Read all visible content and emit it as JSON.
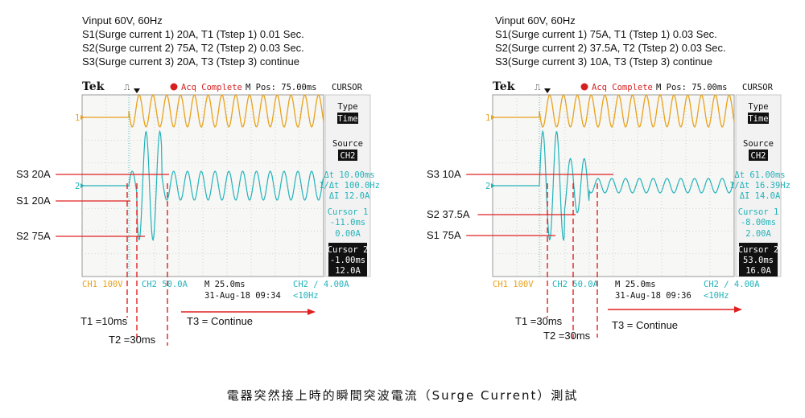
{
  "caption": "電器突然接上時的瞬間突波電流（Surge Current）測試",
  "colors": {
    "ch1": "#e8a21c",
    "ch2": "#22b3ba",
    "marker": "#e02020",
    "screen": "#f7f7f5",
    "grid": "#c9c9c9"
  },
  "chart_data": [
    {
      "type": "line",
      "header": [
        "Vinput 60V, 60Hz",
        "S1(Surge current 1) 20A, T1 (Tstep 1) 0.01 Sec.",
        "S2(Surge current 2) 75A, T2 (Tstep 2) 0.03 Sec.",
        "S3(Surge current 3) 20A, T3 (Tstep 3) continue"
      ],
      "scope": {
        "brand": "Tek",
        "status": "Acq Complete",
        "mpos": "M Pos: 75.00ms",
        "menu": "CURSOR",
        "type_label": "Type",
        "type_value": "Time",
        "source_label": "Source",
        "source_value": "CH2",
        "delta_t": "Δt 10.00ms",
        "inv_t": "1/Δt 100.0Hz",
        "delta_i": "ΔI 12.0A",
        "cursor1_label": "Cursor 1",
        "cursor1_time": "-11.0ms",
        "cursor1_value": "0.00A",
        "cursor2_label": "Cursor 2",
        "cursor2_time": "-1.00ms",
        "cursor2_value": "12.0A",
        "ch1_scale": "CH1 100V",
        "ch2_scale": "CH2 50.0A",
        "timebase": "M 25.0ms",
        "datetime": "31-Aug-18 09:34",
        "trigger": "CH2 ∕ 4.00A",
        "trigger_freq": "<10Hz"
      },
      "ch1_marker": "1",
      "ch2_marker": "2",
      "surge_labels": [
        {
          "text": "S3 20A",
          "current_A": 20
        },
        {
          "text": "S1 20A",
          "current_A": 20
        },
        {
          "text": "S2 75A",
          "current_A": 75
        }
      ],
      "time_labels": [
        {
          "text": "T1 =10ms",
          "t_ms": 10
        },
        {
          "text": "T2 =30ms",
          "t_ms": 30
        },
        {
          "text": "T3 = Continue",
          "t_ms": null
        }
      ],
      "series": [
        {
          "name": "CH1",
          "kind": "voltage",
          "frequency_hz": 60
        },
        {
          "name": "CH2",
          "kind": "current",
          "frequency_hz": 60
        }
      ]
    },
    {
      "type": "line",
      "header": [
        "Vinput 60V, 60Hz",
        "S1(Surge current 1) 75A, T1 (Tstep 1) 0.03 Sec.",
        "S2(Surge current 2) 37.5A, T2 (Tstep 2) 0.03 Sec.",
        "S3(Surge current 3) 10A, T3 (Tstep 3) continue"
      ],
      "scope": {
        "brand": "Tek",
        "status": "Acq Complete",
        "mpos": "M Pos: 75.00ms",
        "menu": "CURSOR",
        "type_label": "Type",
        "type_value": "Time",
        "source_label": "Source",
        "source_value": "CH2",
        "delta_t": "Δt 61.00ms",
        "inv_t": "1/Δt 16.39Hz",
        "delta_i": "ΔI 14.0A",
        "cursor1_label": "Cursor 1",
        "cursor1_time": "-8.00ms",
        "cursor1_value": "2.00A",
        "cursor2_label": "Cursor 2",
        "cursor2_time": "53.0ms",
        "cursor2_value": "16.0A",
        "ch1_scale": "CH1 100V",
        "ch2_scale": "CH2 50.0A",
        "timebase": "M 25.0ms",
        "datetime": "31-Aug-18 09:36",
        "trigger": "CH2 ∕ 4.00A",
        "trigger_freq": "<10Hz"
      },
      "ch1_marker": "1",
      "ch2_marker": "2",
      "surge_labels": [
        {
          "text": "S3 10A",
          "current_A": 10
        },
        {
          "text": "S2 37.5A",
          "current_A": 37.5
        },
        {
          "text": "S1 75A",
          "current_A": 75
        }
      ],
      "time_labels": [
        {
          "text": "T1 =30ms",
          "t_ms": 30
        },
        {
          "text": "T2 =30ms",
          "t_ms": 30
        },
        {
          "text": "T3 = Continue",
          "t_ms": null
        }
      ],
      "series": [
        {
          "name": "CH1",
          "kind": "voltage",
          "frequency_hz": 60
        },
        {
          "name": "CH2",
          "kind": "current",
          "frequency_hz": 60
        }
      ]
    }
  ]
}
